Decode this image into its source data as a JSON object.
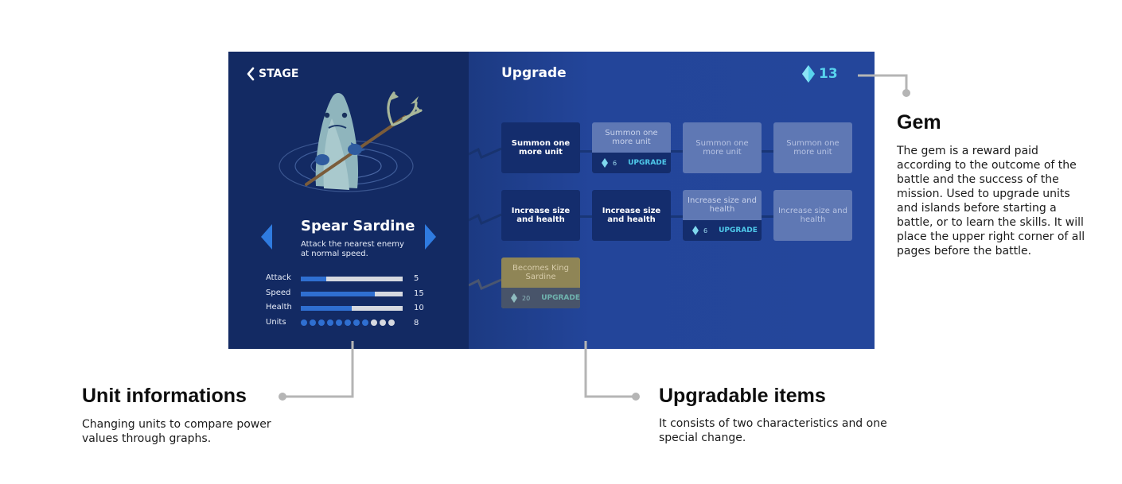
{
  "header": {
    "back_label": "STAGE",
    "title": "Upgrade",
    "gem_count": "13"
  },
  "unit": {
    "name": "Spear Sardine",
    "description": "Attack the nearest enemy at normal speed.",
    "stats": [
      {
        "label": "Attack",
        "value": "5",
        "fill": 0.25
      },
      {
        "label": "Speed",
        "value": "15",
        "fill": 0.73
      },
      {
        "label": "Health",
        "value": "10",
        "fill": 0.5
      }
    ],
    "units": {
      "label": "Units",
      "value": "8",
      "filled": 8,
      "total": 11
    }
  },
  "upgrades": {
    "row1": [
      {
        "text": "Summon one more unit",
        "state": "unlocked"
      },
      {
        "text": "Summon one more unit",
        "state": "available",
        "cost": "6",
        "action": "UPGRADE"
      },
      {
        "text": "Summon one more unit",
        "state": "locked"
      },
      {
        "text": "Summon one more unit",
        "state": "locked"
      }
    ],
    "row2": [
      {
        "text": "Increase size and health",
        "state": "unlocked"
      },
      {
        "text": "Increase size and health",
        "state": "unlocked"
      },
      {
        "text": "Increase size and health",
        "state": "available",
        "cost": "6",
        "action": "UPGRADE"
      },
      {
        "text": "Increase size and health",
        "state": "locked"
      }
    ],
    "row3": [
      {
        "text": "Becomes King Sardine",
        "state": "special",
        "cost": "20",
        "action": "UPGRADE"
      }
    ]
  },
  "annotations": {
    "gem": {
      "title": "Gem",
      "text": "The gem is a reward paid according to the outcome of the battle and the success of the mission. Used to upgrade units and islands before starting a battle, or to learn the skills. It will place the upper right corner of all pages before the battle."
    },
    "unit_info": {
      "title": "Unit informations",
      "text": "Changing units to compare power values through graphs."
    },
    "upgradable": {
      "title": "Upgradable items",
      "text": "It consists of two characteristics and one special change."
    }
  },
  "colors": {
    "left_panel": "#132a63",
    "right_panel": "#24469b",
    "stat_fill": "#2f6fd1",
    "gem": "#58d3ee",
    "callout_line": "#b5b5b5"
  }
}
